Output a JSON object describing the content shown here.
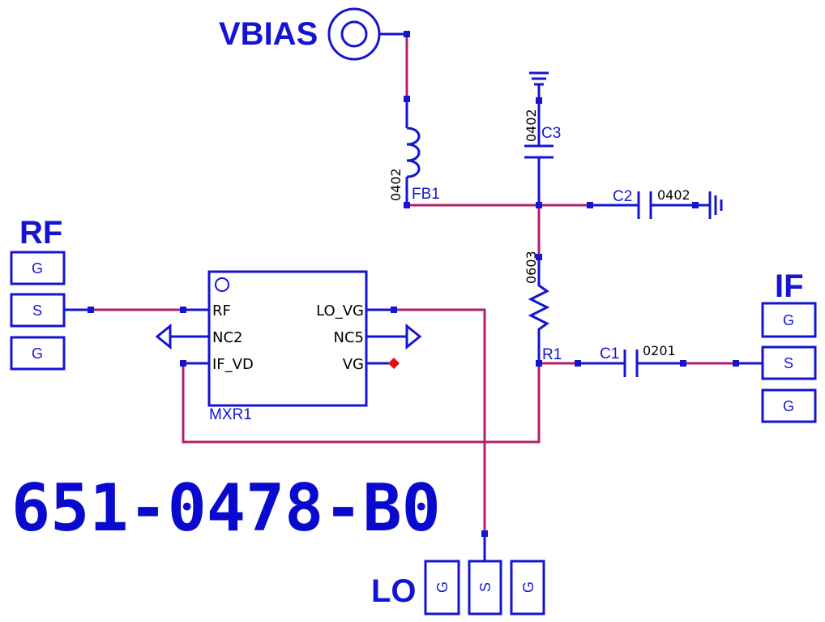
{
  "ports": {
    "vbias": "VBIAS",
    "rf": {
      "title": "RF",
      "pins": [
        "G",
        "S",
        "G"
      ]
    },
    "if": {
      "title": "IF",
      "pins": [
        "G",
        "S",
        "G"
      ]
    },
    "lo": {
      "title": "LO",
      "pins": [
        "G",
        "S",
        "G"
      ]
    }
  },
  "mixer": {
    "ref": "MXR1",
    "pins_left": [
      "RF",
      "NC2",
      "IF_VD"
    ],
    "pins_right": [
      "LO_VG",
      "NC5",
      "VG"
    ]
  },
  "components": {
    "fb1": {
      "ref": "FB1",
      "package": "0402"
    },
    "c3": {
      "ref": "C3",
      "package": "0402"
    },
    "c2": {
      "ref": "C2",
      "package": "0402"
    },
    "r1": {
      "ref": "R1",
      "package": "0603"
    },
    "c1": {
      "ref": "C1",
      "package": "0201"
    }
  },
  "part_number": "651-0478-B0",
  "colors": {
    "symbol": "#1414d2",
    "wire": "#b0206e",
    "part_number": "#0a0acf"
  }
}
